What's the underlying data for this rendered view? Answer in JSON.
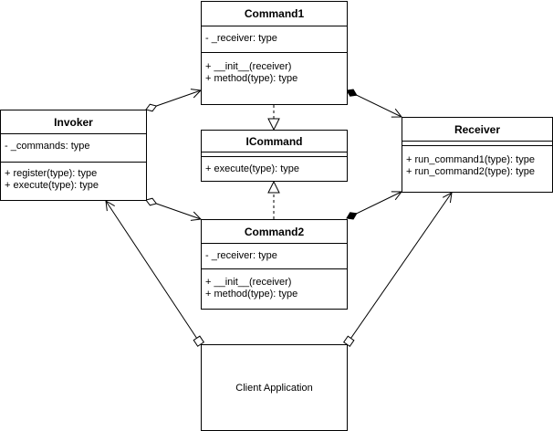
{
  "classes": {
    "command1": {
      "name": "Command1",
      "attributes": [
        "- _receiver: type"
      ],
      "methods": [
        "+ __init__(receiver)",
        "+ method(type): type"
      ]
    },
    "invoker": {
      "name": "Invoker",
      "attributes": [
        "- _commands: type"
      ],
      "methods": [
        "+ register(type): type",
        "+ execute(type): type"
      ]
    },
    "icommand": {
      "name": "ICommand",
      "methods": [
        "+ execute(type): type"
      ]
    },
    "receiver": {
      "name": "Receiver",
      "methods": [
        "+ run_command1(type): type",
        "+ run_command2(type): type"
      ]
    },
    "command2": {
      "name": "Command2",
      "attributes": [
        "- _receiver: type"
      ],
      "methods": [
        "+ __init__(receiver)",
        "+ method(type): type"
      ]
    }
  },
  "client": {
    "label": "Client Application"
  },
  "colors": {
    "stroke": "#000000",
    "fill": "#ffffff"
  }
}
